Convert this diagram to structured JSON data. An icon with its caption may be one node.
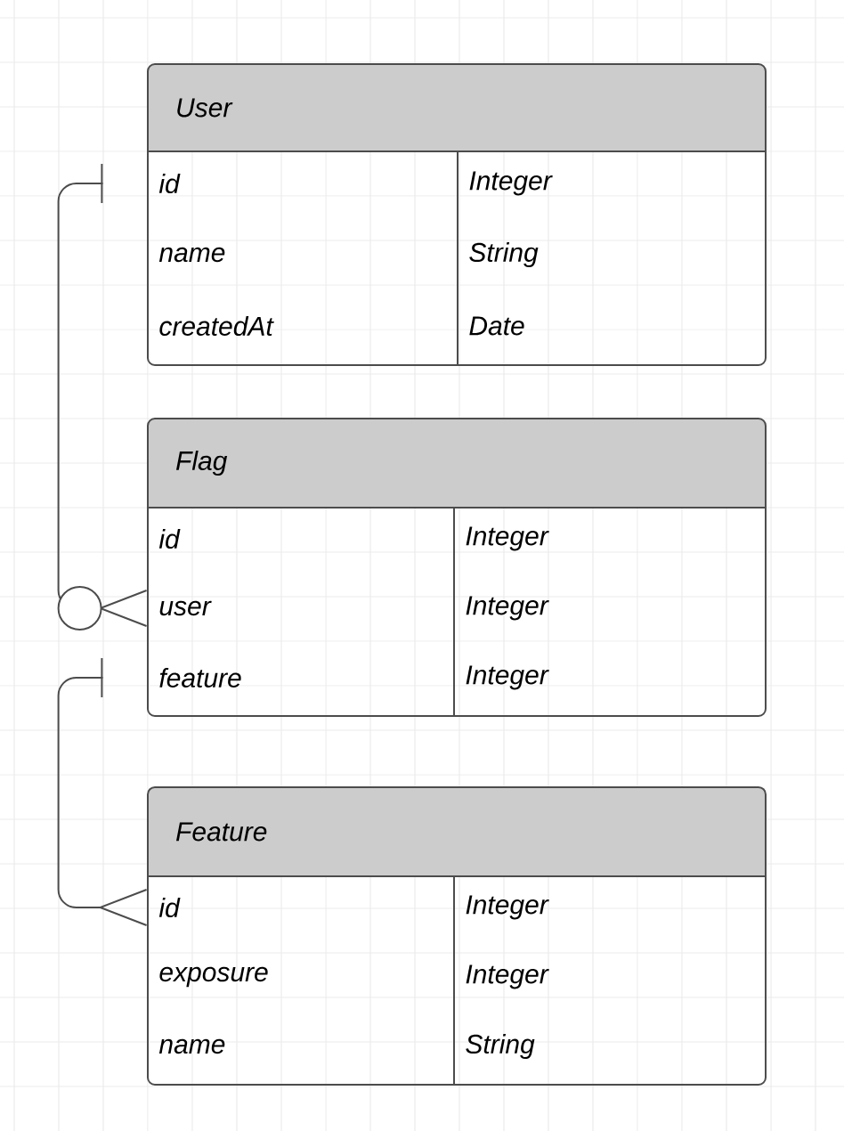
{
  "diagram": {
    "nodes": [
      {
        "text": [
          "User"
        ]
      },
      {
        "text": [
          "id",
          "Integer"
        ],
        "in": 0
      },
      {
        "text": [
          "name",
          "String"
        ],
        "in": 0
      },
      {
        "text": [
          "createdAt",
          "Date"
        ],
        "in": 0
      },
      {
        "text": [
          "Flag"
        ]
      },
      {
        "text": [
          "id",
          "Integer"
        ],
        "in": 4
      },
      {
        "text": [
          "user",
          "Integer"
        ],
        "in": 4
      },
      {
        "text": [
          "feature",
          "Integer"
        ],
        "in": 4
      },
      {
        "text": [
          "Feature"
        ]
      },
      {
        "text": [
          "id",
          "Integer"
        ],
        "in": 8
      },
      {
        "text": [
          "exposure",
          "Integer"
        ],
        "in": 8
      },
      {
        "text": [
          "name",
          "String"
        ],
        "in": 8
      }
    ],
    "edges": [
      {
        "from": 1,
        "to": 6,
        "arrow": "other"
      },
      {
        "from": 7,
        "to": 9,
        "arrow": "other"
      }
    ]
  }
}
